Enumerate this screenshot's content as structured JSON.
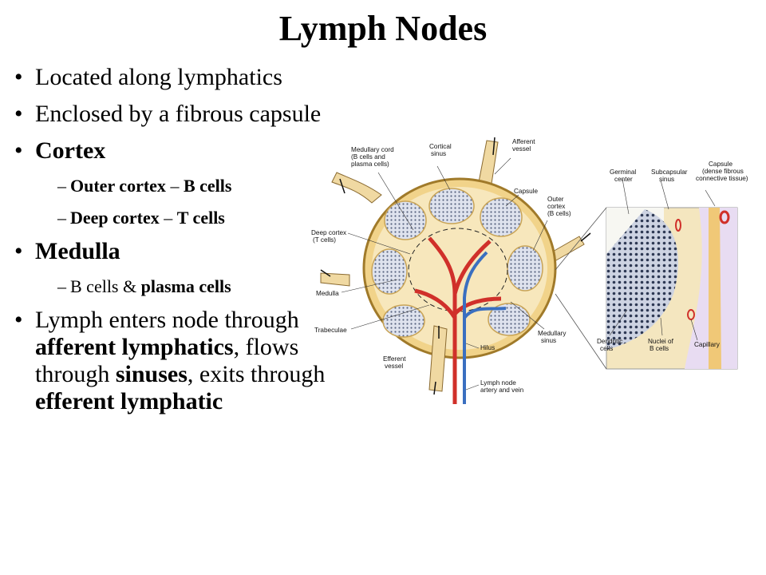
{
  "slide": {
    "title": "Lymph Nodes",
    "bullets": [
      {
        "text": "Located along lymphatics"
      },
      {
        "text": "Enclosed by a fibrous capsule"
      },
      {
        "text": "Cortex",
        "sub": [
          {
            "term": "Outer cortex",
            "sep": " – ",
            "rest": "B cells"
          },
          {
            "term": "Deep cortex",
            "sep": " – ",
            "rest": "T cells"
          }
        ]
      },
      {
        "text": "Medulla",
        "sub": [
          {
            "term": "B cells",
            "sep": " & ",
            "rest": "plasma cells"
          }
        ]
      },
      {
        "parts": {
          "p1": "Lymph enters node through ",
          "b1": "afferent lymphatics",
          "p2": ", flows through ",
          "b2": "sinuses",
          "p3": ", exits through ",
          "b3": "efferent lymphatic"
        }
      }
    ]
  },
  "figure": {
    "labels": {
      "medullary_cord": [
        "Medullary cord",
        "(B cells and",
        "plasma cells)"
      ],
      "cortical_sinus": [
        "Cortical",
        "sinus"
      ],
      "afferent_vessel": [
        "Afferent",
        "vessel"
      ],
      "capsule": "Capsule",
      "outer_cortex": [
        "Outer",
        "cortex",
        "(B cells)"
      ],
      "deep_cortex": [
        "Deep cortex",
        "(T cells)"
      ],
      "medulla": "Medulla",
      "trabeculae": "Trabeculae",
      "efferent_vessel": [
        "Efferent",
        "vessel"
      ],
      "hilus": "Hilus",
      "medullary_sinus": [
        "Medullary",
        "sinus"
      ],
      "artery_vein": [
        "Lymph node",
        "artery and vein"
      ],
      "germinal_center": [
        "Germinal",
        "center"
      ],
      "subcapsular_sinus": [
        "Subcapsular",
        "sinus"
      ],
      "capsule_dense": [
        "Capsule",
        "(dense fibrous",
        "connective tissue)"
      ],
      "dendritic_cells": [
        "Dendritic",
        "cells"
      ],
      "nuclei_b_cells": [
        "Nuclei of",
        "B cells"
      ],
      "capillary": "Capillary"
    }
  }
}
